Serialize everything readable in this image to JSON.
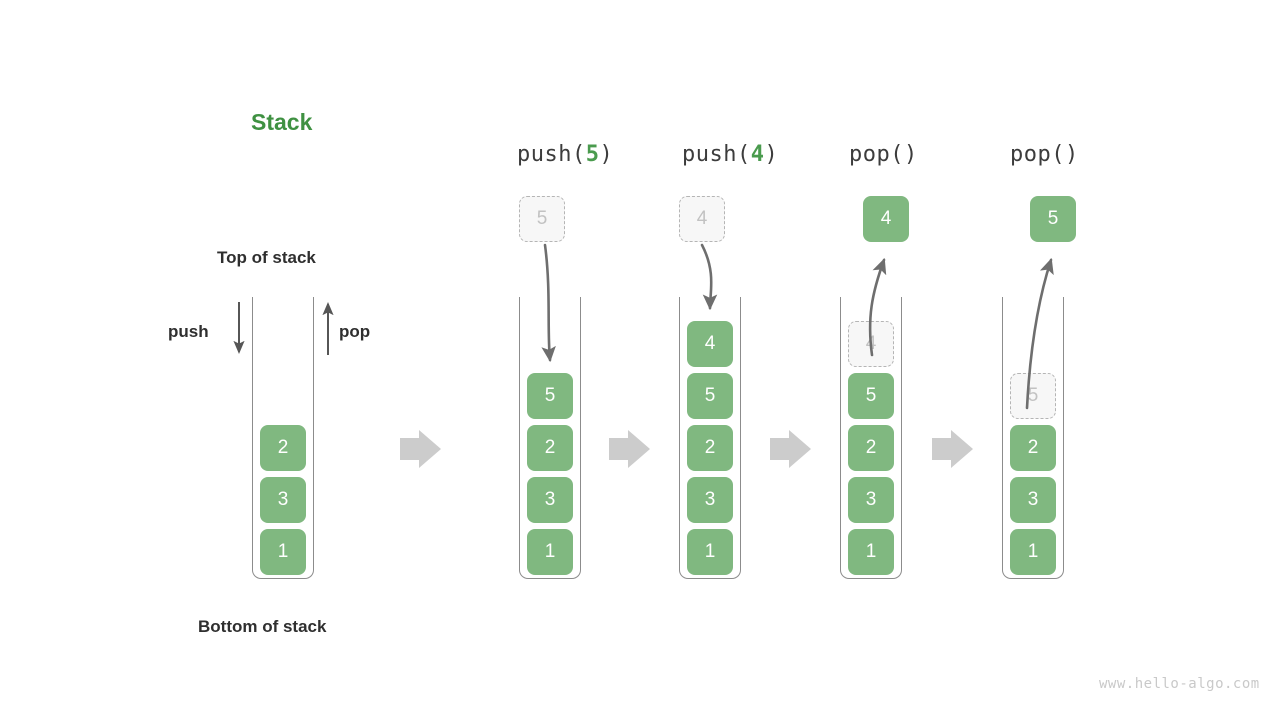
{
  "diagram": {
    "title": "Stack",
    "title_color": "#3f9142",
    "accent_green": "#80b880",
    "ghost_gray": "#c2c2c2",
    "arrow_gray": "#6e6e6e",
    "flow_arrow_gray": "#cccccc",
    "watermark": "www.hello-algo.com"
  },
  "legend": {
    "top_label": "Top of stack",
    "bottom_label": "Bottom of stack",
    "push_label": "push",
    "pop_label": "pop"
  },
  "columns": [
    {
      "id": "initial",
      "header": "",
      "header_prefix": "",
      "header_arg": "",
      "header_suffix": "",
      "cells": [
        "2",
        "3",
        "1"
      ],
      "floating": null
    },
    {
      "id": "push-5",
      "header": "push(5)",
      "header_prefix": "push(",
      "header_arg": "5",
      "header_suffix": ")",
      "cells": [
        "5",
        "2",
        "3",
        "1"
      ],
      "floating": {
        "value": "5",
        "style": "ghost",
        "position": "above"
      },
      "motion": "down-into-stack"
    },
    {
      "id": "push-4",
      "header": "push(4)",
      "header_prefix": "push(",
      "header_arg": "4",
      "header_suffix": ")",
      "cells": [
        "4",
        "5",
        "2",
        "3",
        "1"
      ],
      "floating": {
        "value": "4",
        "style": "ghost",
        "position": "above"
      },
      "motion": "down-into-stack"
    },
    {
      "id": "pop-1",
      "header": "pop()",
      "header_prefix": "pop(",
      "header_arg": "",
      "header_suffix": ")",
      "cells": [
        "4",
        "5",
        "2",
        "3",
        "1"
      ],
      "top_cell_style": "ghost",
      "floating": {
        "value": "4",
        "style": "filled",
        "position": "above"
      },
      "motion": "up-out-of-stack"
    },
    {
      "id": "pop-2",
      "header": "pop()",
      "header_prefix": "pop(",
      "header_arg": "",
      "header_suffix": ")",
      "cells": [
        "5",
        "2",
        "3",
        "1"
      ],
      "top_cell_style": "ghost",
      "floating": {
        "value": "5",
        "style": "filled",
        "position": "above"
      },
      "motion": "up-out-of-stack"
    }
  ],
  "flow_arrows": 4
}
